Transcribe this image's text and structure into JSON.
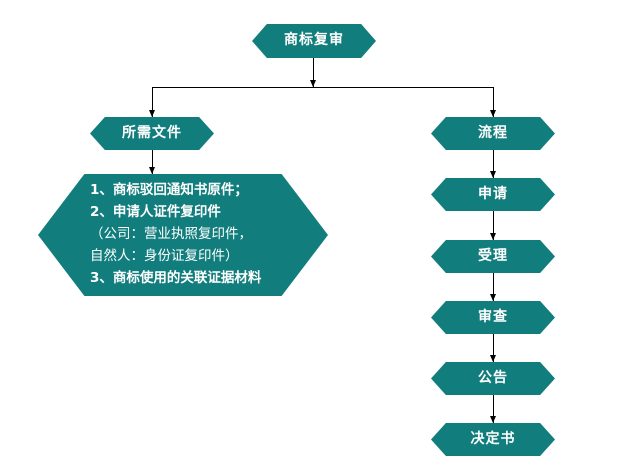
{
  "diagram": {
    "title": "商标复审",
    "background_color": "#ffffff",
    "node_color": "#127d7d",
    "node_text_color": "#ffffff",
    "connector_color": "#000000",
    "root": {
      "label": "商标复审"
    },
    "branches": {
      "left": {
        "label": "所需文件"
      },
      "right": {
        "label": "流程"
      }
    },
    "documents": {
      "lines": [
        {
          "text": "1、商标驳回通知书原件；",
          "bold": true
        },
        {
          "text": "2、申请人证件复印件",
          "bold": true
        },
        {
          "text": "（公司：营业执照复印件，",
          "bold": false
        },
        {
          "text": "自然人：身份证复印件）",
          "bold": false
        },
        {
          "text": "3、商标使用的关联证据材料",
          "bold": true
        }
      ]
    },
    "process_steps": [
      {
        "label": "申请"
      },
      {
        "label": "受理"
      },
      {
        "label": "审查"
      },
      {
        "label": "公告"
      },
      {
        "label": "决定书"
      }
    ]
  }
}
